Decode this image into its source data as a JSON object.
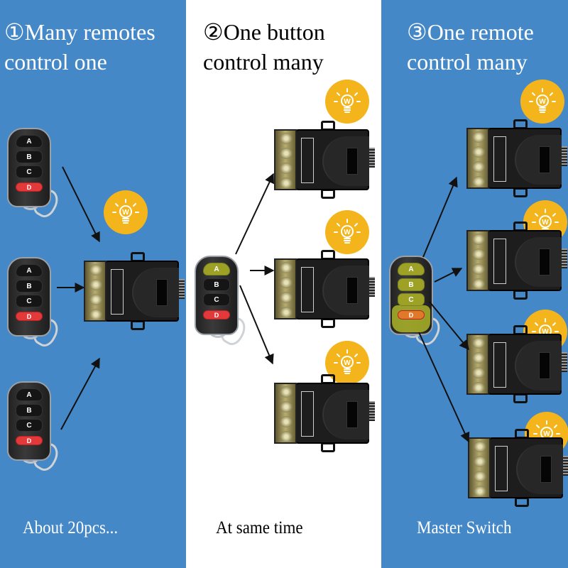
{
  "panels": [
    {
      "title_line1": "①Many remotes",
      "title_line2": "control one",
      "caption": "About 20pcs...",
      "background": "#4588c8"
    },
    {
      "title_line1": "②One button",
      "title_line2": "control many",
      "caption": "At same time",
      "background": "#ffffff"
    },
    {
      "title_line1": "③One remote",
      "title_line2": "control many",
      "caption": "Master Switch",
      "background": "#4588c8"
    }
  ],
  "remote_buttons": [
    "A",
    "B",
    "C",
    "D"
  ],
  "bulb_label": "W",
  "colors": {
    "panel_blue": "#4588c8",
    "bulb_yellow": "#f3b51b",
    "button_red": "#e2393b",
    "highlight_green": "#9da227"
  }
}
